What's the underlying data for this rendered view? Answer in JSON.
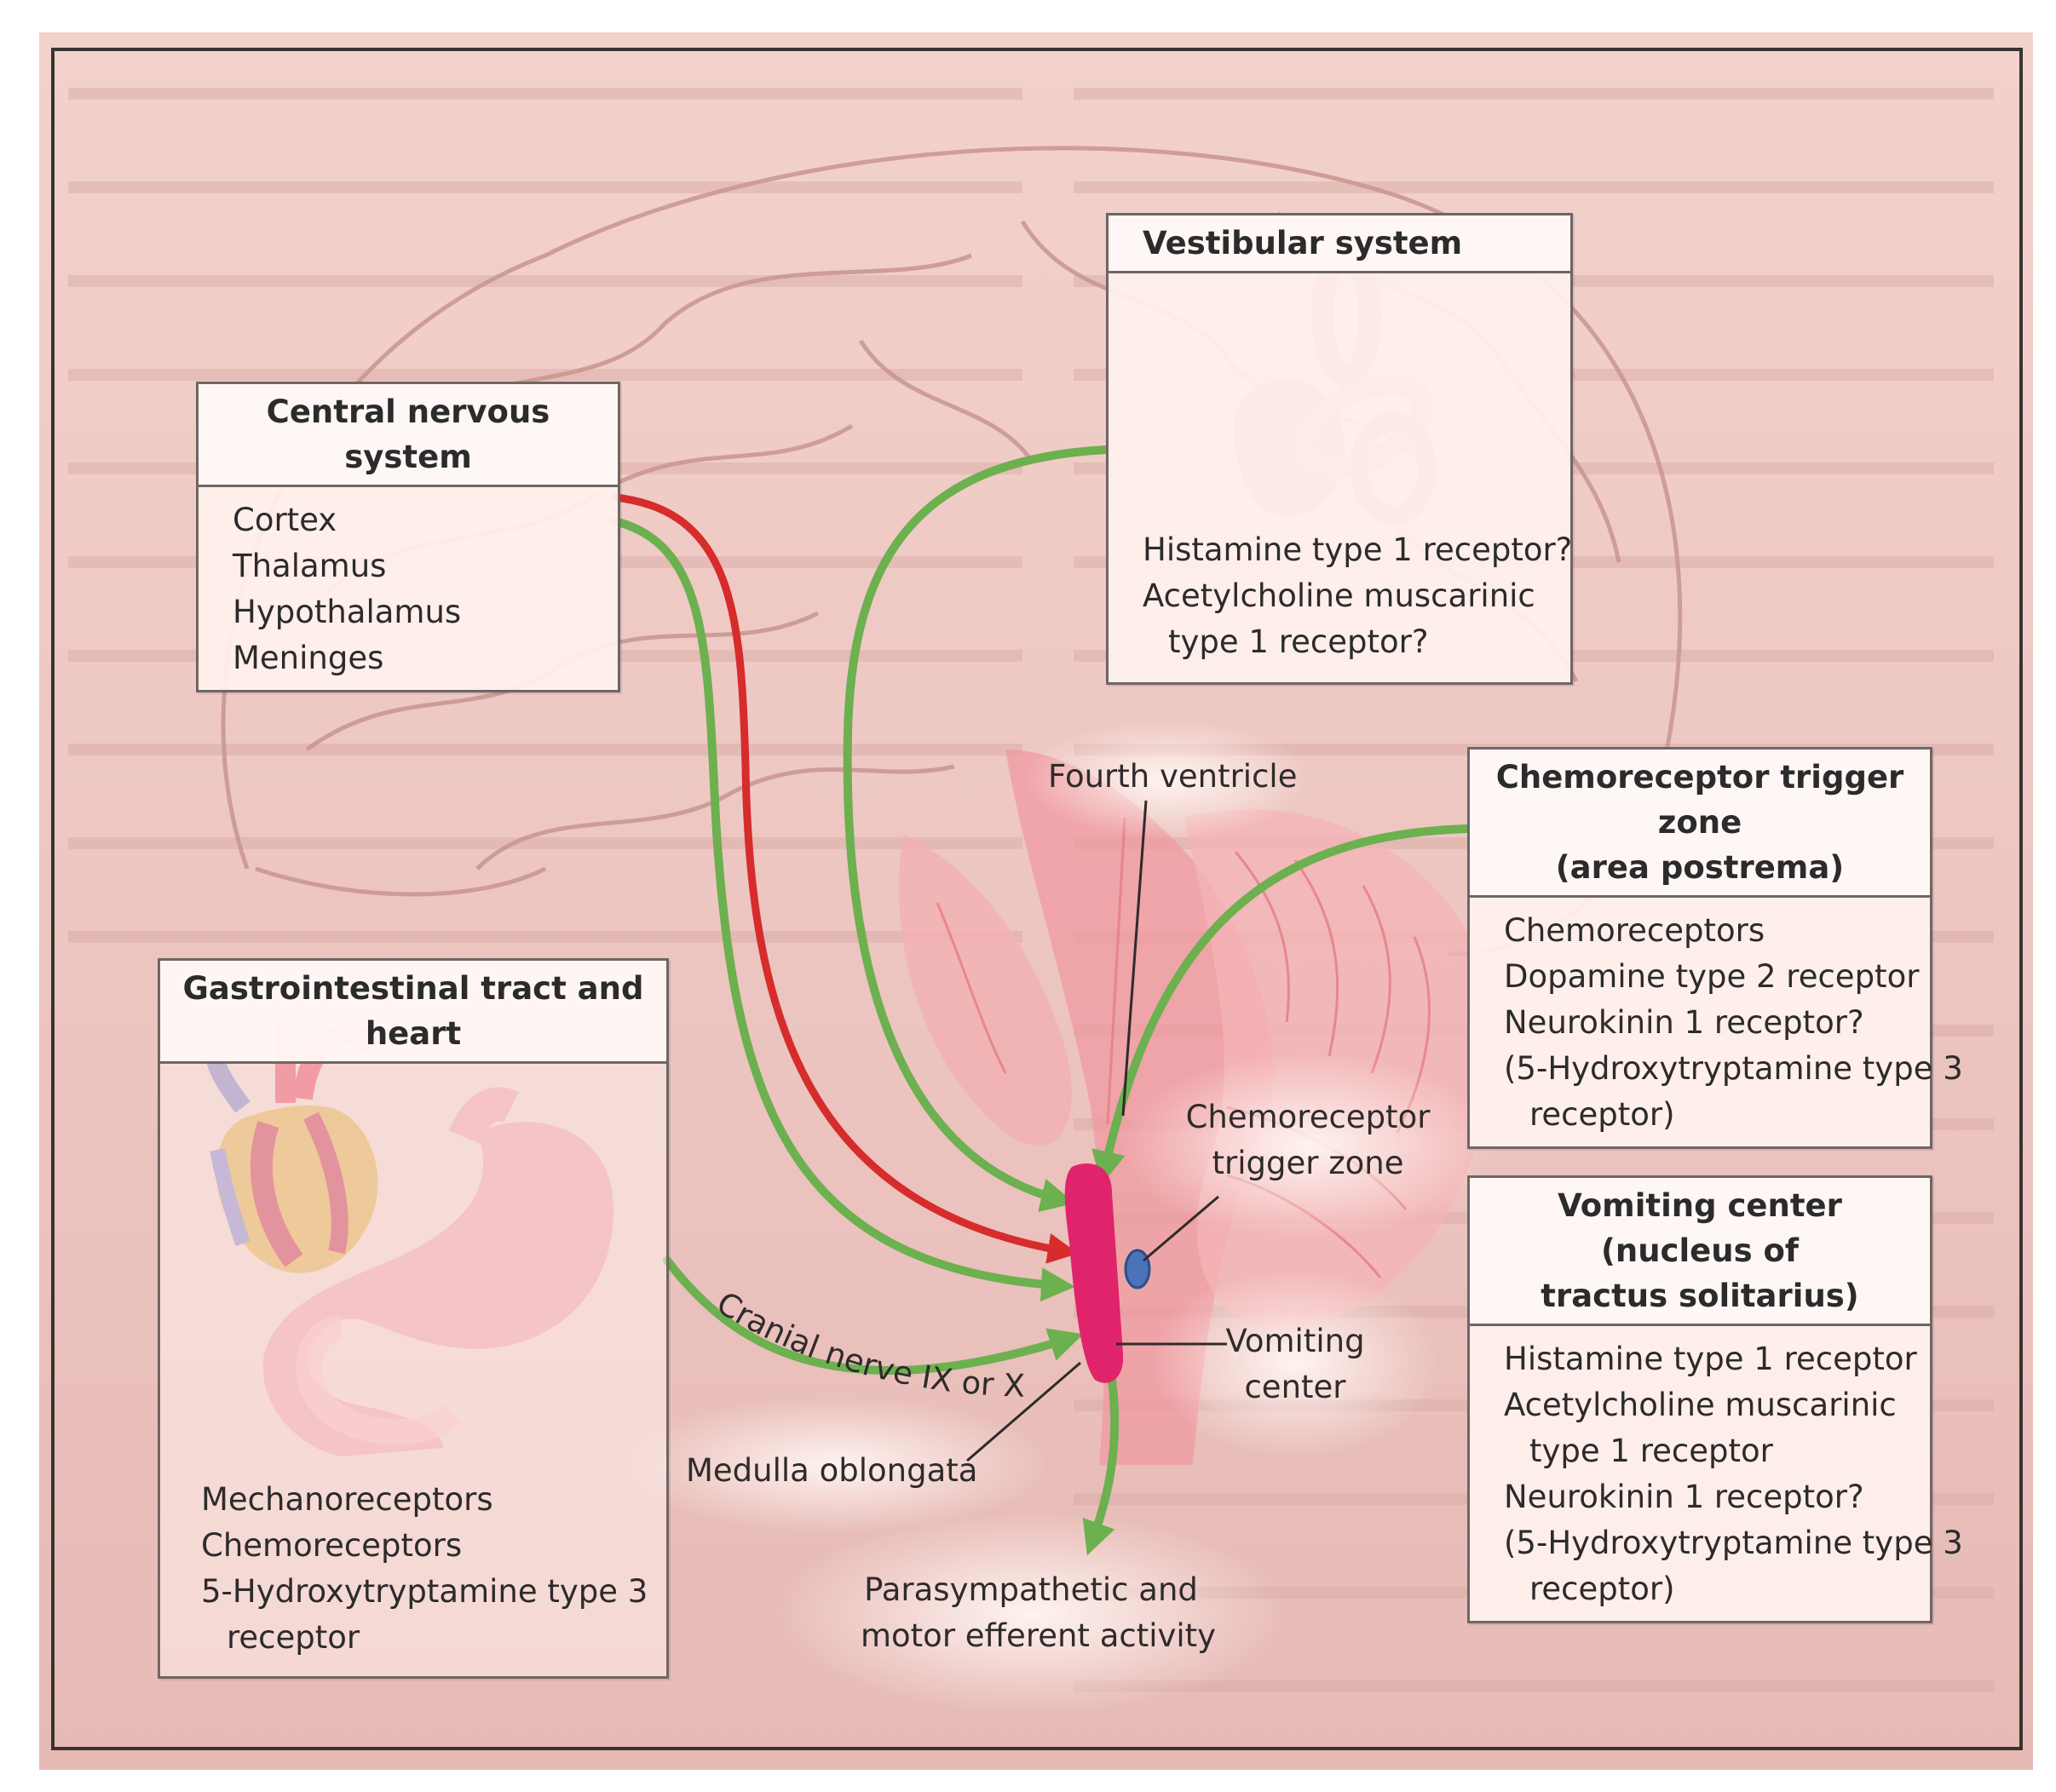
{
  "boxes": {
    "cns": {
      "title": "Central nervous system",
      "items": [
        "Cortex",
        "Thalamus",
        "Hypothalamus",
        "Meninges"
      ]
    },
    "vestibular": {
      "title": "Vestibular system",
      "items": [
        "Histamine type 1 receptor?",
        "Acetylcholine muscarinic",
        "type 1 receptor?"
      ]
    },
    "ctz": {
      "title_line1": "Chemoreceptor trigger zone",
      "title_line2": "(area postrema)",
      "items": [
        "Chemoreceptors",
        "Dopamine type 2 receptor",
        "Neurokinin 1 receptor?",
        "(5-Hydroxytryptamine type 3",
        "receptor)"
      ]
    },
    "vomiting": {
      "title_line1": "Vomiting center (nucleus of",
      "title_line2": "tractus solitarius)",
      "items": [
        "Histamine type 1 receptor",
        "Acetylcholine muscarinic",
        "type 1 receptor",
        "Neurokinin 1 receptor?",
        "(5-Hydroxytryptamine type 3",
        "receptor)"
      ]
    },
    "gi": {
      "title": "Gastrointestinal tract and heart",
      "items": [
        "Mechanoreceptors",
        "Chemoreceptors",
        "5-Hydroxytryptamine type 3",
        "receptor"
      ]
    }
  },
  "labels": {
    "fourth_ventricle": "Fourth ventricle",
    "ctz_line1": "Chemoreceptor",
    "ctz_line2": "trigger zone",
    "vc_line1": "Vomiting",
    "vc_line2": "center",
    "medulla": "Medulla oblongata",
    "cranial_nerve": "Cranial nerve IX or X",
    "output_line1": "Parasympathetic and",
    "output_line2": "motor efferent activity"
  },
  "colors": {
    "background": "#efc4bd",
    "excitatory_arrow": "#6cb04f",
    "red_arrow": "#d62c2c",
    "vomiting_center": "#e0246b",
    "ctz_node": "#4b73b8",
    "box_fill": "#fff1ed"
  }
}
